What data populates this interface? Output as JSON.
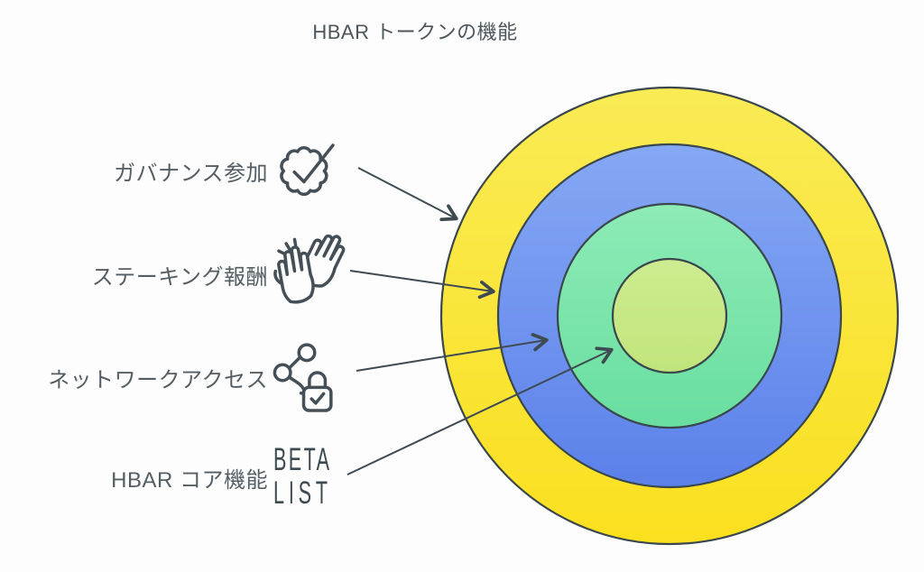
{
  "diagram": {
    "title": "HBAR トークンの機能",
    "type": "onion-concentric-rings",
    "labels": [
      {
        "text": "ガバナンス参加",
        "icon": "badge-check-icon",
        "target_ring": "outer"
      },
      {
        "text": "ステーキング報酬",
        "icon": "clapping-hands-icon",
        "target_ring": "second"
      },
      {
        "text": "ネットワークアクセス",
        "icon": "network-lock-icon",
        "target_ring": "third"
      },
      {
        "text": "HBAR コア機能",
        "icon": "betalist-logo",
        "target_ring": "center"
      }
    ],
    "betalist": {
      "line1": "BETA",
      "line2": "LIST"
    },
    "rings": [
      {
        "position": "outer",
        "label": "ガバナンス参加",
        "color_top": "#f9eb55",
        "color_bottom": "#fbe01f"
      },
      {
        "position": "second",
        "label": "ステーキング報酬",
        "color_top": "#85a8f4",
        "color_bottom": "#5b81ea"
      },
      {
        "position": "third",
        "label": "ネットワークアクセス",
        "color_top": "#8eebb6",
        "color_bottom": "#68de9f"
      },
      {
        "position": "center",
        "label": "HBAR コア機能",
        "color_top": "#cdec90",
        "color_bottom": "#c2e47c"
      }
    ],
    "colors": {
      "ring_stroke": "#3a474d",
      "arrow": "#3f4b53",
      "label_text": "#545e64",
      "title_text": "#4c565c",
      "icon_stroke": "#454f57",
      "background": "#fdfdfd"
    }
  }
}
